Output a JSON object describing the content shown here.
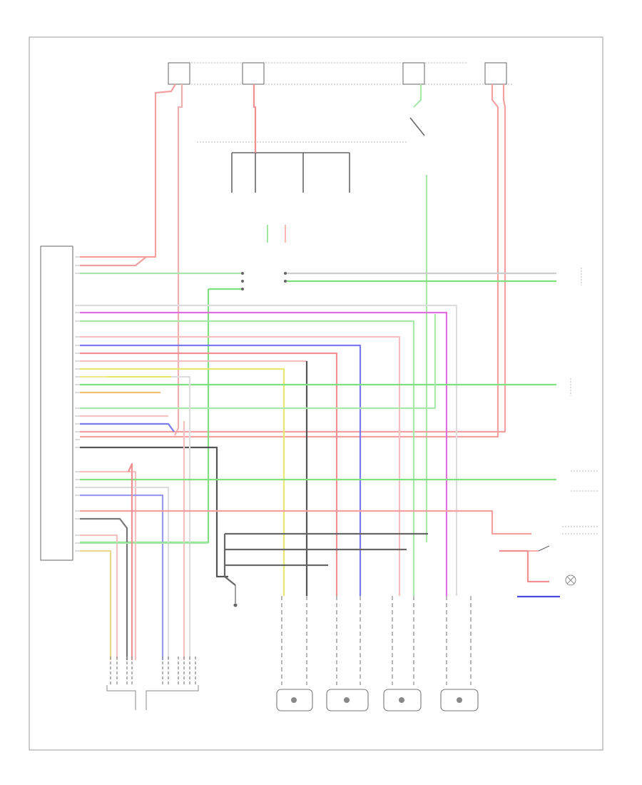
{
  "diagram": {
    "footer_code": "",
    "top_fuses": [
      {
        "id": "fuse-1",
        "label": ""
      },
      {
        "id": "fuse-2",
        "label": ""
      },
      {
        "id": "fuse-3",
        "label": ""
      },
      {
        "id": "fuse-4",
        "label": ""
      }
    ],
    "modules": {
      "control_module": "",
      "brake_switch": "",
      "data_link_connector": "",
      "abs_lamp": ""
    },
    "sensors": [
      {
        "id": "sensor-lf",
        "label": ""
      },
      {
        "id": "sensor-rf",
        "label": ""
      },
      {
        "id": "sensor-lr",
        "label": ""
      },
      {
        "id": "sensor-rr",
        "label": ""
      }
    ],
    "bottom_left_components": [
      {
        "id": "comp-a",
        "label": ""
      },
      {
        "id": "comp-b",
        "label": ""
      }
    ],
    "ground_label": "",
    "wire_colors": {
      "red": "#f08a8a",
      "pink": "#f5b5b5",
      "green": "#7fe07f",
      "magenta": "#e070e0",
      "blue": "#7a7af0",
      "yellow": "#e8e870",
      "orange": "#f0c070",
      "black": "#555555",
      "gray": "#bbbbbb",
      "white": "#dddddd"
    }
  }
}
